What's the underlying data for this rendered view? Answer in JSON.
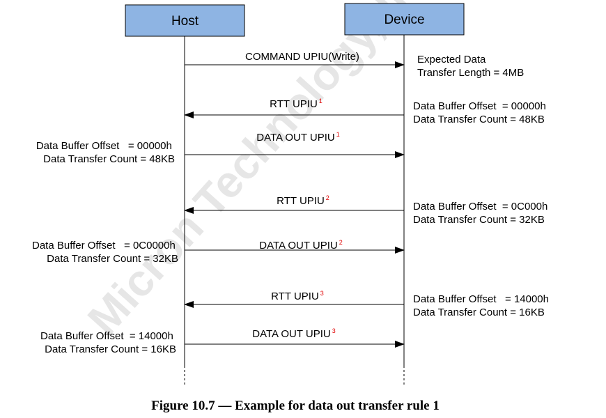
{
  "actors": {
    "host": "Host",
    "device": "Device"
  },
  "colors": {
    "actor_fill": "#8eb4e3",
    "actor_stroke": "#000000",
    "superscript": "#e00000"
  },
  "messages": [
    {
      "label": "COMMAND UPIU(Write)",
      "sup": "",
      "direction": "host-to-device"
    },
    {
      "label": "RTT UPIU",
      "sup": "1",
      "direction": "device-to-host"
    },
    {
      "label": "DATA OUT UPIU",
      "sup": "1",
      "direction": "host-to-device"
    },
    {
      "label": "RTT UPIU",
      "sup": "2",
      "direction": "device-to-host"
    },
    {
      "label": "DATA OUT UPIU",
      "sup": "2",
      "direction": "host-to-device"
    },
    {
      "label": "RTT UPIU",
      "sup": "3",
      "direction": "device-to-host"
    },
    {
      "label": "DATA OUT UPIU",
      "sup": "3",
      "direction": "host-to-device"
    }
  ],
  "notes": {
    "device_expected": [
      "Expected Data",
      "Transfer Length = 4MB"
    ],
    "device_rtt1": [
      "Data Buffer Offset  = 00000h",
      "Data Transfer Count = 48KB"
    ],
    "host_out1": [
      "Data Buffer Offset   = 00000h",
      "Data Transfer Count = 48KB"
    ],
    "device_rtt2": [
      "Data Buffer Offset  = 0C000h",
      "Data Transfer Count = 32KB"
    ],
    "host_out2": [
      "Data Buffer Offset   = 0C0000h",
      "Data Transfer Count = 32KB"
    ],
    "device_rtt3": [
      "Data Buffer Offset   = 14000h",
      "Data Transfer Count = 16KB"
    ],
    "host_out3": [
      "Data Buffer Offset  = 14000h",
      "Data Transfer Count = 16KB"
    ]
  },
  "watermark": "Micron Technology, Inc.",
  "caption": "Figure 10.7 — Example for data out transfer rule 1"
}
